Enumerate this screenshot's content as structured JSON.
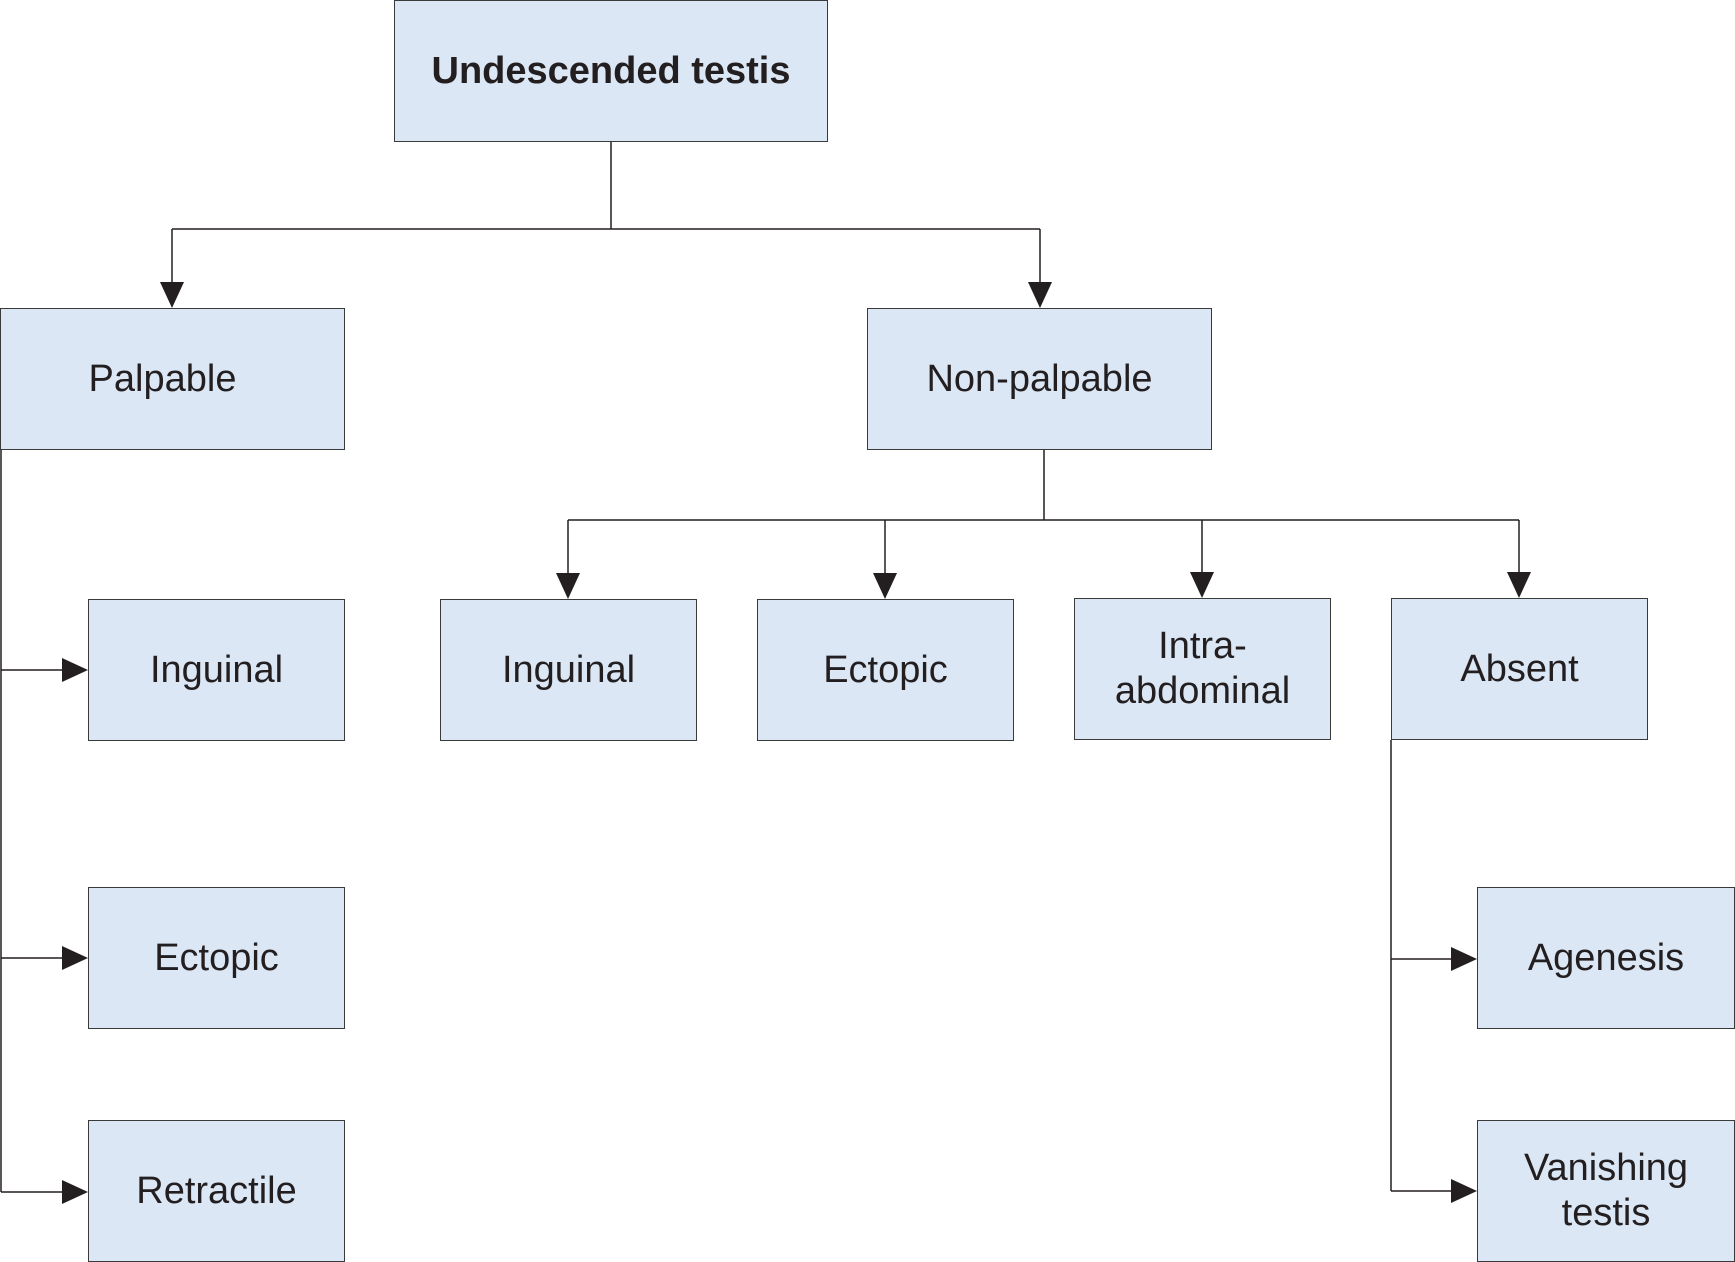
{
  "root": {
    "label": "Undescended testis"
  },
  "level1": {
    "palpable": "Palpable",
    "non_palpable": "Non-palpable"
  },
  "palpable_children": {
    "inguinal": "Inguinal",
    "ectopic": "Ectopic",
    "retractile": "Retractile"
  },
  "non_palpable_children": {
    "inguinal": "Inguinal",
    "ectopic": "Ectopic",
    "intra_abdominal": "Intra-\nabdominal",
    "absent": "Absent"
  },
  "absent_children": {
    "agenesis": "Agenesis",
    "vanishing": "Vanishing\ntestis"
  },
  "colors": {
    "box_fill": "#dce7f5",
    "box_border": "#3a3a3a",
    "line": "#231f20"
  }
}
